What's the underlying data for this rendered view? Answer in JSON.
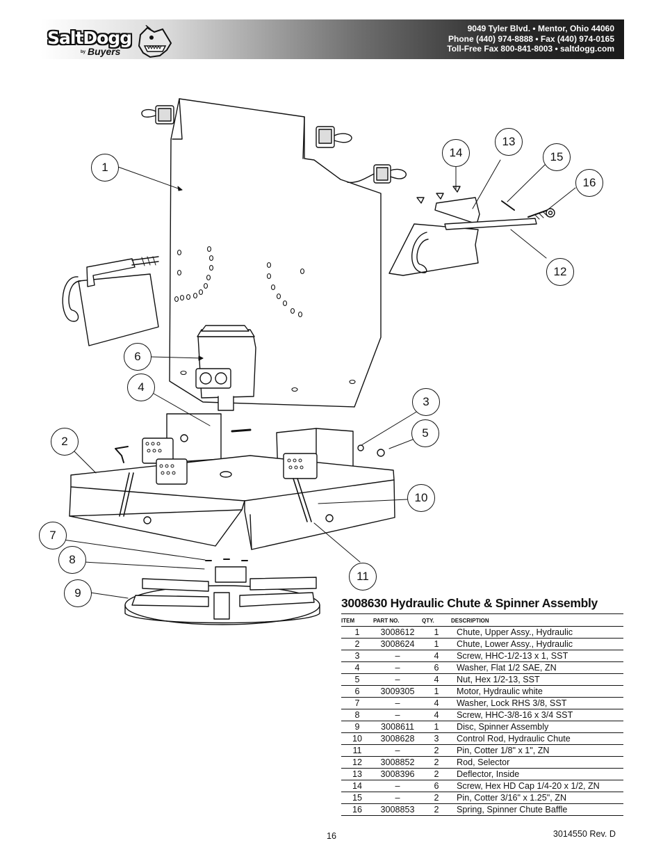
{
  "header": {
    "brand": "SaltDogg",
    "brand_by": "by",
    "brand_sub": "Buyers",
    "logo_icon": "dog-mascot-icon",
    "address": "9049 Tyler Blvd. • Mentor, Ohio 44060",
    "phone": "Phone (440) 974-8888 • Fax (440) 974-0165",
    "tollfree": "Toll-Free Fax 800-841-8003 • saltdogg.com"
  },
  "callouts": [
    "1",
    "2",
    "3",
    "4",
    "5",
    "6",
    "7",
    "8",
    "9",
    "10",
    "11",
    "12",
    "13",
    "14",
    "15",
    "16"
  ],
  "table": {
    "title": "3008630 Hydraulic Chute & Spinner Assembly",
    "headers": {
      "item": "ITEM",
      "part": "PART NO.",
      "qty": "QTY.",
      "desc": "DESCRIPTION"
    },
    "rows": [
      {
        "item": "1",
        "part": "3008612",
        "qty": "1",
        "desc": "Chute, Upper Assy., Hydraulic"
      },
      {
        "item": "2",
        "part": "3008624",
        "qty": "1",
        "desc": "Chute, Lower Assy., Hydraulic"
      },
      {
        "item": "3",
        "part": "–",
        "qty": "4",
        "desc": "Screw, HHC-1/2-13 x 1, SST"
      },
      {
        "item": "4",
        "part": "–",
        "qty": "6",
        "desc": "Washer, Flat 1/2 SAE, ZN"
      },
      {
        "item": "5",
        "part": "–",
        "qty": "4",
        "desc": "Nut, Hex 1/2-13, SST"
      },
      {
        "item": "6",
        "part": "3009305",
        "qty": "1",
        "desc": "Motor, Hydraulic white"
      },
      {
        "item": "7",
        "part": "–",
        "qty": "4",
        "desc": "Washer, Lock RHS 3/8, SST"
      },
      {
        "item": "8",
        "part": "–",
        "qty": "4",
        "desc": "Screw, HHC-3/8-16 x 3/4 SST"
      },
      {
        "item": "9",
        "part": "3008611",
        "qty": "1",
        "desc": "Disc, Spinner Assembly"
      },
      {
        "item": "10",
        "part": "3008628",
        "qty": "3",
        "desc": "Control Rod, Hydraulic Chute"
      },
      {
        "item": "11",
        "part": "–",
        "qty": "2",
        "desc": "Pin, Cotter 1/8\" x 1\", ZN"
      },
      {
        "item": "12",
        "part": "3008852",
        "qty": "2",
        "desc": "Rod, Selector"
      },
      {
        "item": "13",
        "part": "3008396",
        "qty": "2",
        "desc": "Deflector, Inside"
      },
      {
        "item": "14",
        "part": "–",
        "qty": "6",
        "desc": "Screw, Hex HD Cap 1/4-20 x 1/2, ZN"
      },
      {
        "item": "15",
        "part": "–",
        "qty": "2",
        "desc": "Pin, Cotter 3/16\" x 1.25\", ZN"
      },
      {
        "item": "16",
        "part": "3008853",
        "qty": "2",
        "desc": "Spring, Spinner Chute Baffle"
      }
    ]
  },
  "footer": {
    "page_number": "16",
    "doc_number": "3014550  Rev. D"
  }
}
